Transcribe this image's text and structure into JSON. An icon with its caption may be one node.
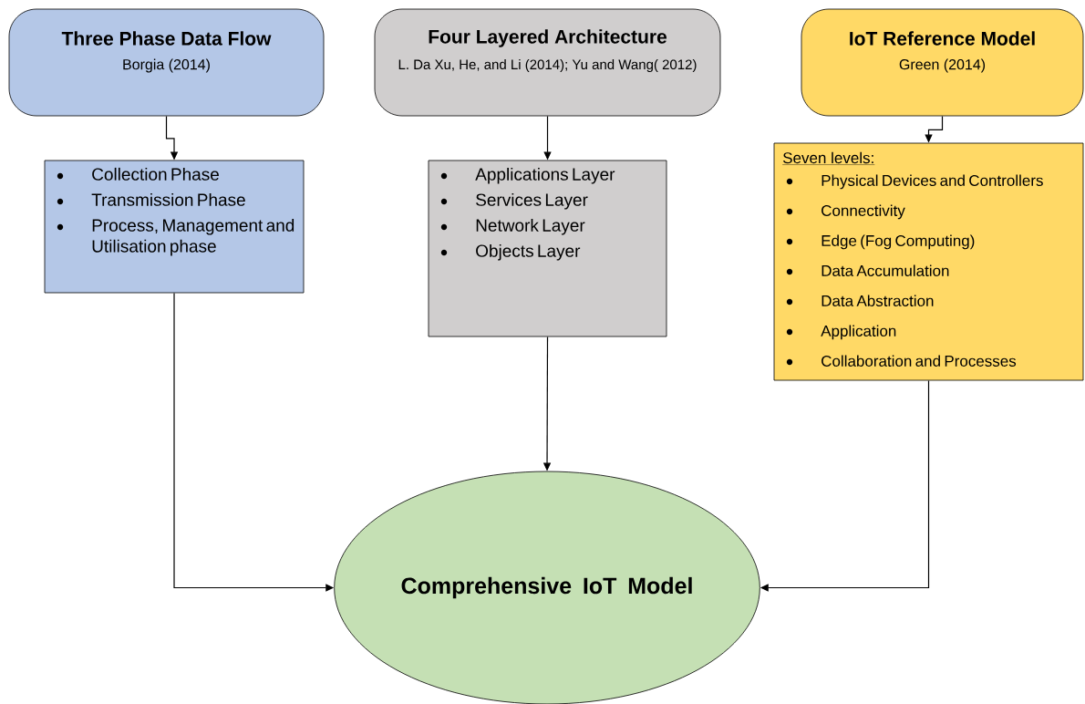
{
  "diagram": {
    "nodes": [
      {
        "text": [
          "Three Phase Data Flow",
          "Borgia (2014)"
        ]
      },
      {
        "text": [
          "Four Layered Architecture",
          "L. Da Xu, He, and Li (2014); Yu and Wang( 2012)"
        ]
      },
      {
        "text": [
          "IoT Reference Model",
          "Green (2014)"
        ]
      },
      {
        "text": [
          "Collection Phase",
          "Transmission Phase",
          "Process, Management and Utilisation phase"
        ]
      },
      {
        "text": [
          "Applications Layer",
          "Services Layer",
          "Network Layer",
          "Objects Layer"
        ]
      },
      {
        "text": [
          "Seven levels:",
          "Physical Devices and Controllers",
          "Connectivity",
          "Edge (Fog Computing)",
          "Data Accumulation",
          "Data Abstraction",
          "Application",
          "Collaboration and Processes"
        ]
      },
      {
        "text": [
          "Comprehensive IoT Model"
        ]
      }
    ],
    "edges": [
      {
        "from": 0,
        "to": 3,
        "arrow": "to"
      },
      {
        "from": 1,
        "to": 4,
        "arrow": "to"
      },
      {
        "from": 2,
        "to": 5,
        "arrow": "to"
      },
      {
        "from": 3,
        "to": 6,
        "arrow": "to"
      },
      {
        "from": 4,
        "to": 6,
        "arrow": "to"
      },
      {
        "from": 5,
        "to": 6,
        "arrow": "to"
      }
    ]
  }
}
